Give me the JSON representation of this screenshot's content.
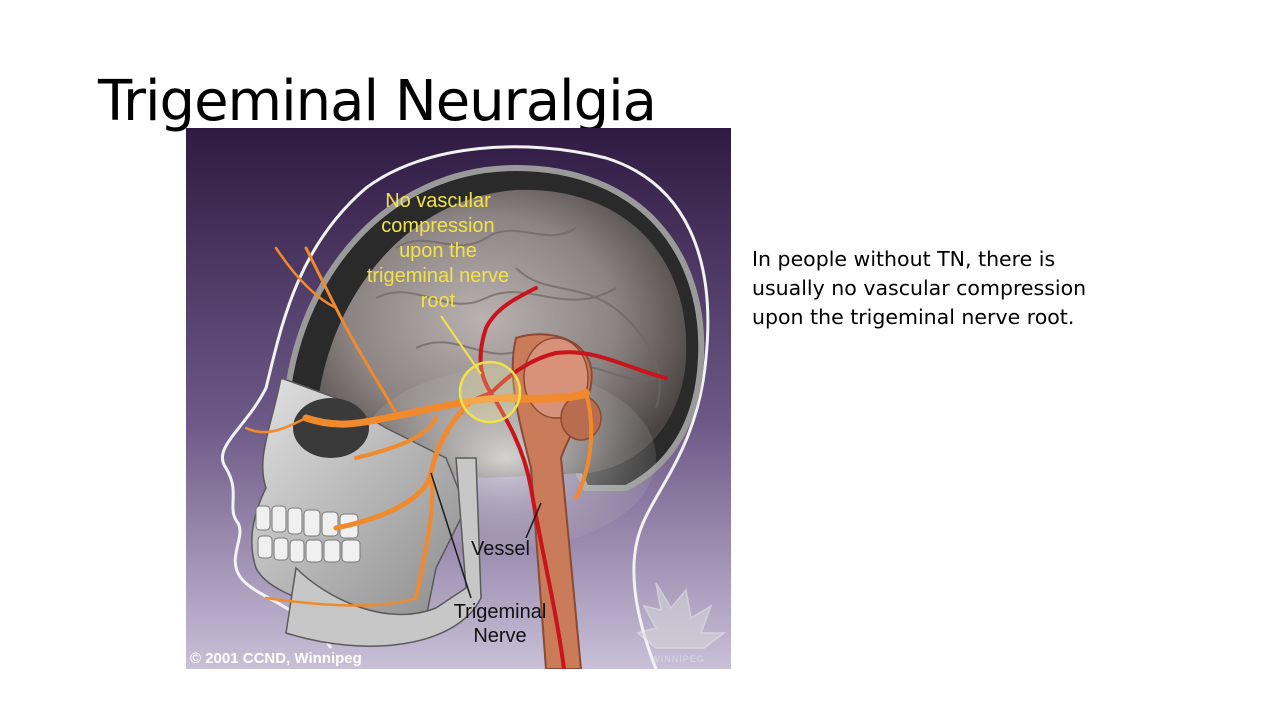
{
  "slide": {
    "title": "Trigeminal Neuralgia",
    "body": "In people without TN, there is usually no vascular compression upon the trigeminal nerve root."
  },
  "figure": {
    "callout_lines": [
      "No vascular",
      "compression",
      "upon the",
      "trigeminal nerve",
      "root"
    ],
    "vessel_label": "Vessel",
    "nerve_label_lines": [
      "Trigeminal",
      "Nerve"
    ],
    "copyright": "© 2001 CCND, Winnipeg",
    "watermark": "WINNIPEG",
    "colors": {
      "callout_text": "#f2e24a",
      "nerve": "#f08a2c",
      "vessel": "#c8141a",
      "background_top": "#2e1a42",
      "background_bottom": "#c9c0d8"
    }
  }
}
